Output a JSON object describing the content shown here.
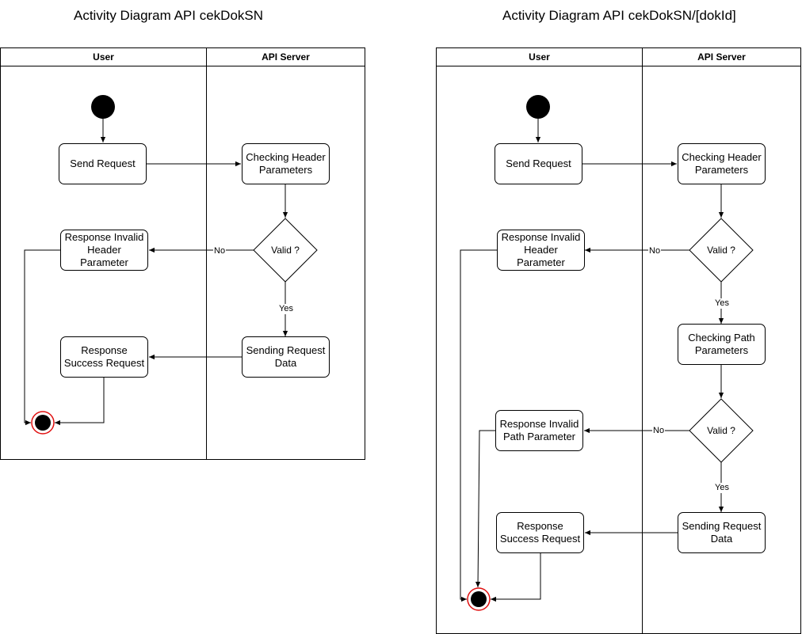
{
  "left": {
    "title": "Activity Diagram API cekDokSN",
    "lanes": [
      "User",
      "API Server"
    ],
    "nodes": {
      "send": "Send Request",
      "check_header": "Checking Header Parameters",
      "valid": "Valid ?",
      "invalid_header": "Response Invalid Header Parameter",
      "sending_data": "Sending Request Data",
      "success": "Response Success Request"
    },
    "labels": {
      "no": "No",
      "yes": "Yes"
    }
  },
  "right": {
    "title": "Activity Diagram API cekDokSN/[dokId]",
    "lanes": [
      "User",
      "API Server"
    ],
    "nodes": {
      "send": "Send Request",
      "check_header": "Checking Header Parameters",
      "valid1": "Valid ?",
      "invalid_header": "Response Invalid Header Parameter",
      "check_path": "Checking Path Parameters",
      "valid2": "Valid ?",
      "invalid_path": "Response Invalid Path Parameter",
      "sending_data": "Sending Request Data",
      "success": "Response Success Request"
    },
    "labels": {
      "no1": "No",
      "yes1": "Yes",
      "no2": "No",
      "yes2": "Yes"
    }
  },
  "colors": {
    "stroke": "#000000",
    "final_ring": "#e01010"
  }
}
